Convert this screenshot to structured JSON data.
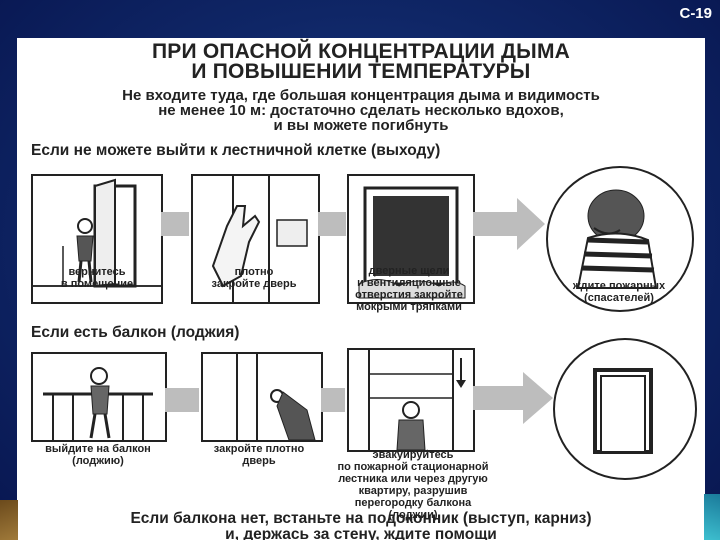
{
  "slide_number": "С-19",
  "title_line1": "ПРИ ОПАСНОЙ КОНЦЕНТРАЦИИ ДЫМА",
  "title_line2": "И ПОВЫШЕНИИ ТЕМПЕРАТУРЫ",
  "warning": [
    "Не входите туда, где большая концентрация дыма и видимость",
    "не менее 10 м: достаточно сделать несколько вдохов,",
    "и вы можете погибнуть"
  ],
  "section1": {
    "heading": "Если не можете выйти к лестничной клетке (выходу)",
    "captions": [
      [
        "вернитесь",
        "в помещение"
      ],
      [
        "плотно",
        "закройте дверь"
      ],
      [
        "дверные щели",
        "и вентиляционные",
        "отверстия закройте",
        "мокрыми тряпками"
      ],
      [
        "ждите пожарных",
        "(спасателей)"
      ]
    ]
  },
  "section2": {
    "heading": "Если есть балкон (лоджия)",
    "captions": [
      [
        "выйдите на балкон",
        "(лоджию)"
      ],
      [
        "закройте плотно",
        "дверь"
      ],
      [
        "эвакуируйтесь",
        "по пожарной стационарной",
        "лестника или через другую",
        "квартиру, разрушив",
        "перегородку балкона",
        "(лоджии)"
      ]
    ]
  },
  "footer": [
    "Если балкона нет, встаньте на подоконник (выступ, карниз)",
    "и, держась за стену, ждите помощи"
  ],
  "colors": {
    "background": "#0f2666",
    "poster": "#ffffff",
    "ink": "#222222",
    "arrow": "#bdbdbd"
  }
}
